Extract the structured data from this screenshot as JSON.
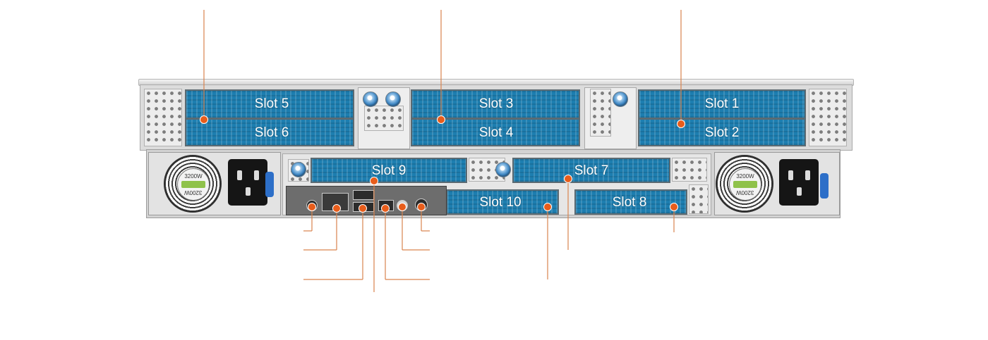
{
  "diagram": {
    "slots": [
      {
        "id": "slot-5",
        "label": "Slot 5"
      },
      {
        "id": "slot-6",
        "label": "Slot 6"
      },
      {
        "id": "slot-3",
        "label": "Slot 3"
      },
      {
        "id": "slot-4",
        "label": "Slot 4"
      },
      {
        "id": "slot-1",
        "label": "Slot 1"
      },
      {
        "id": "slot-2",
        "label": "Slot 2"
      },
      {
        "id": "slot-9",
        "label": "Slot 9"
      },
      {
        "id": "slot-7",
        "label": "Slot 7"
      },
      {
        "id": "slot-10",
        "label": "Slot 10"
      },
      {
        "id": "slot-8",
        "label": "Slot 8"
      }
    ],
    "psu": {
      "left_rating": "3200W",
      "right_rating": "3200W"
    },
    "colors": {
      "slot_fill": "#1d7eb0",
      "callout_line": "#d9834e",
      "callout_dot": "#e85d1b",
      "psu_latch": "#2d6fc8",
      "screw": "#3f88c5"
    }
  }
}
